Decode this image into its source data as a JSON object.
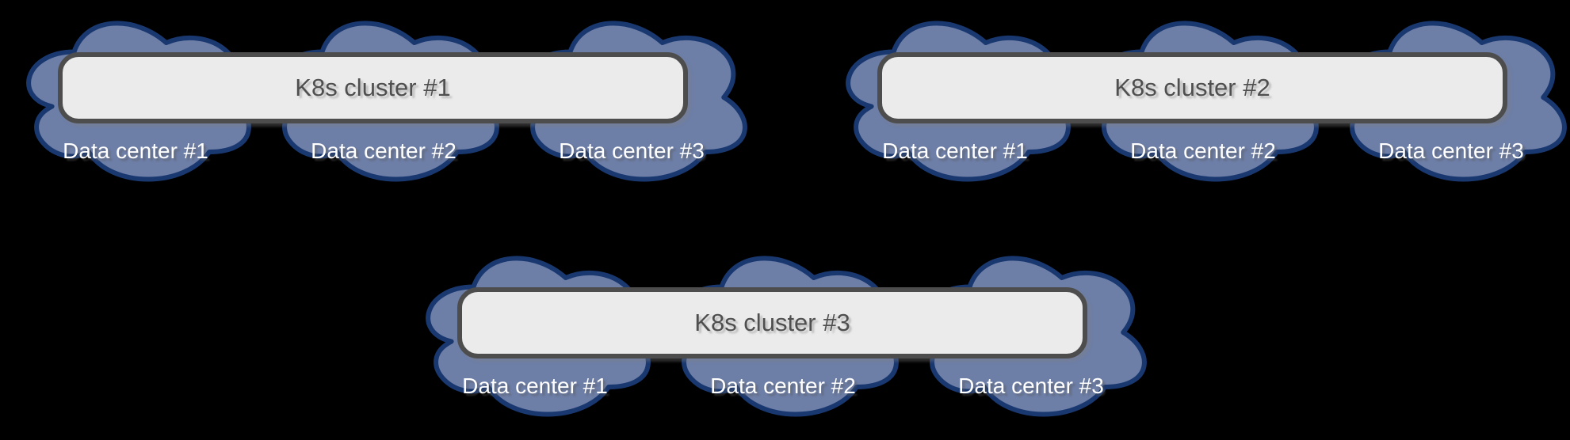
{
  "diagram": {
    "colors": {
      "background": "#000000",
      "cloud_fill": "#6D7EA7",
      "cloud_stroke": "#1A3870",
      "box_fill": "#EBEBEB",
      "box_stroke": "#4D4D4D",
      "box_text": "#4F4F4F",
      "dc_text": "#FFFFFF"
    },
    "groups": [
      {
        "cluster_label": "K8s cluster #1",
        "datacenters": [
          "Data center #1",
          "Data center #2",
          "Data center #3"
        ]
      },
      {
        "cluster_label": "K8s cluster #2",
        "datacenters": [
          "Data center #1",
          "Data center #2",
          "Data center #3"
        ]
      },
      {
        "cluster_label": "K8s cluster #3",
        "datacenters": [
          "Data center #1",
          "Data center #2",
          "Data center #3"
        ]
      }
    ]
  }
}
